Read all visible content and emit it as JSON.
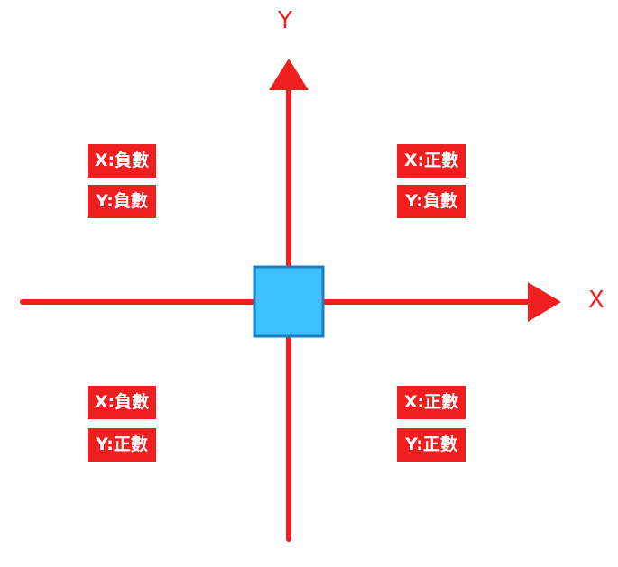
{
  "axes": {
    "x_label": "X",
    "y_label": "Y"
  },
  "quadrants": {
    "top_left": {
      "x": "X:負數",
      "y": "Y:負數"
    },
    "top_right": {
      "x": "X:正數",
      "y": "Y:負數"
    },
    "bottom_left": {
      "x": "X:負數",
      "y": "Y:正數"
    },
    "bottom_right": {
      "x": "X:正數",
      "y": "Y:正數"
    }
  },
  "colors": {
    "axis": "#f02020",
    "origin_fill": "#3cc3ff",
    "origin_border": "#1a7fc0",
    "label_bg": "#f01f1f"
  }
}
